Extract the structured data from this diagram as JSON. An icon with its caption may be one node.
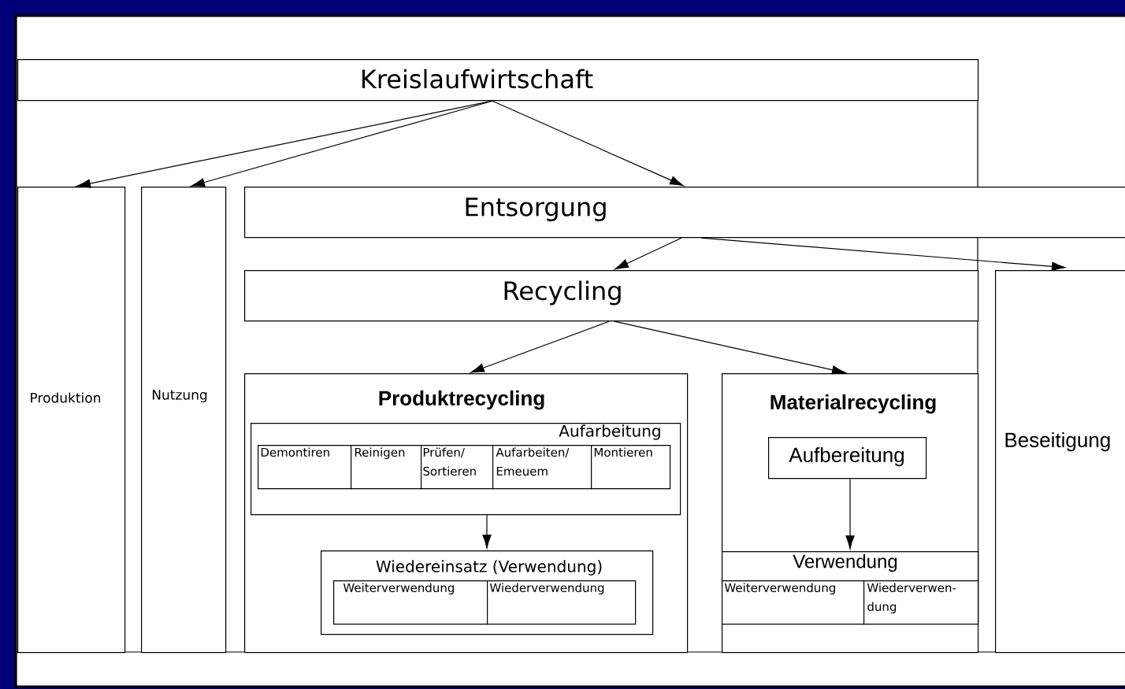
{
  "diagram": {
    "nodes": [
      {
        "text": [
          "Kreislaufwirtschaft"
        ]
      },
      {
        "text": [
          "Produktion"
        ]
      },
      {
        "text": [
          "Nutzung"
        ]
      },
      {
        "text": [
          "Entsorgung"
        ]
      },
      {
        "text": [
          "Recycling"
        ]
      },
      {
        "text": [
          "Beseitigung"
        ]
      },
      {
        "text": [
          "Produktrecycling"
        ]
      },
      {
        "text": [
          "Aufarbeitung"
        ],
        "in": 6
      },
      {
        "text": [
          "Demontiren"
        ],
        "in": 7
      },
      {
        "text": [
          "Reinigen"
        ],
        "in": 7
      },
      {
        "text": [
          "Prüfen/ Sortieren"
        ],
        "in": 7
      },
      {
        "text": [
          "Aufarbeiten/ Emeuem"
        ],
        "in": 7
      },
      {
        "text": [
          "Montieren"
        ],
        "in": 7
      },
      {
        "text": [
          "Wiedereinsatz (Verwendung)"
        ],
        "in": 6
      },
      {
        "text": [
          "Weiterverwendung"
        ],
        "in": 13
      },
      {
        "text": [
          "Wiederverwendung"
        ],
        "in": 13
      },
      {
        "text": [
          "Materialrecycling"
        ]
      },
      {
        "text": [
          "Aufbereitung"
        ],
        "in": 16
      },
      {
        "text": [
          "Verwendung"
        ],
        "in": 16
      },
      {
        "text": [
          "Weiterverwendung"
        ],
        "in": 16
      },
      {
        "text": [
          "Wiederverwen- dung"
        ],
        "in": 16
      }
    ],
    "edges": [
      {
        "from": 0,
        "to": 1,
        "arrow": "to"
      },
      {
        "from": 0,
        "to": 2,
        "arrow": "to"
      },
      {
        "from": 0,
        "to": 3,
        "arrow": "to"
      },
      {
        "from": 3,
        "to": 4,
        "arrow": "to"
      },
      {
        "from": 3,
        "to": 5,
        "arrow": "to"
      },
      {
        "from": 4,
        "to": 6,
        "arrow": "to"
      },
      {
        "from": 4,
        "to": 16,
        "arrow": "to"
      },
      {
        "from": 7,
        "to": 13,
        "arrow": "to"
      },
      {
        "from": 17,
        "to": 18,
        "arrow": "to"
      }
    ]
  }
}
